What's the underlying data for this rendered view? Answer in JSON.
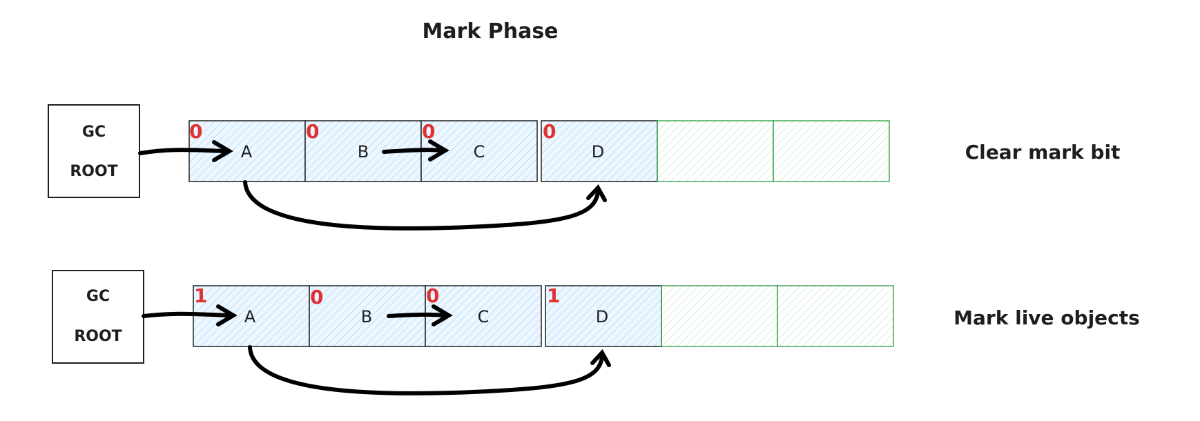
{
  "title": "Mark Phase",
  "rows": [
    {
      "root_top": "GC",
      "root_bottom": "ROOT",
      "caption": "Clear mark bit",
      "cells": [
        {
          "name": "A",
          "bit": "0"
        },
        {
          "name": "B",
          "bit": "0"
        },
        {
          "name": "C",
          "bit": "0"
        },
        {
          "name": "D",
          "bit": "0"
        }
      ]
    },
    {
      "root_top": "GC",
      "root_bottom": "ROOT",
      "caption": "Mark live objects",
      "cells": [
        {
          "name": "A",
          "bit": "1"
        },
        {
          "name": "B",
          "bit": "0"
        },
        {
          "name": "C",
          "bit": "0"
        },
        {
          "name": "D",
          "bit": "1"
        }
      ]
    }
  ],
  "colors": {
    "object_fill": "#a5d8ff",
    "free_fill": "#b2f2bb",
    "mark_bit": "#e03131"
  }
}
